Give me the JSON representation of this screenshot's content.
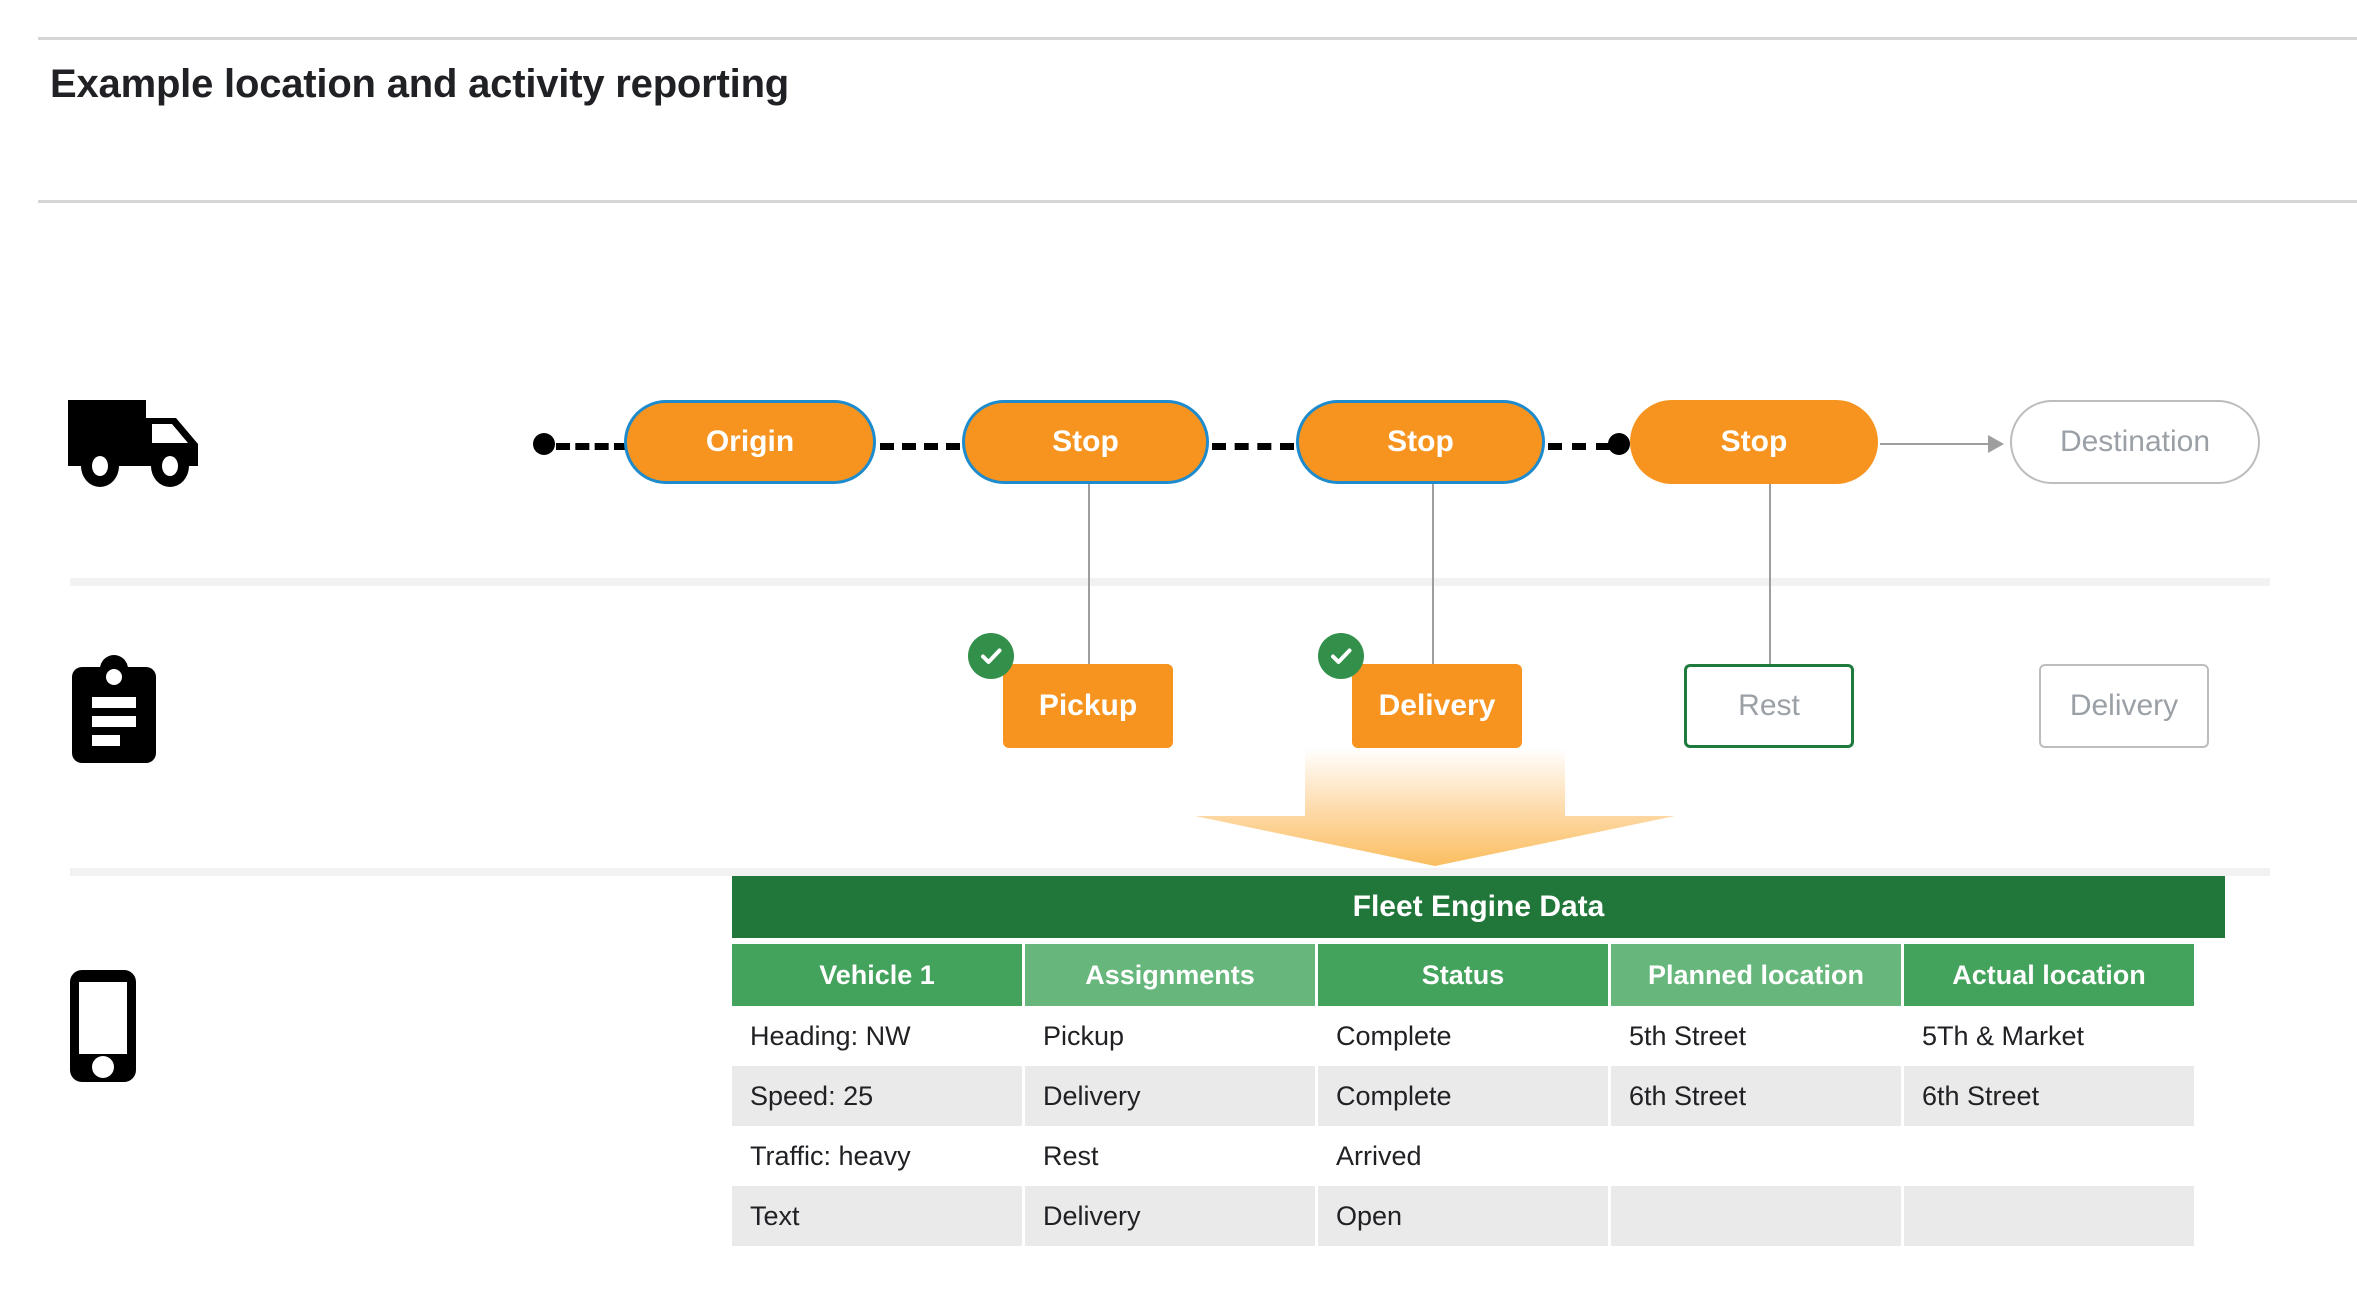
{
  "page": {
    "title": "Example location and activity reporting"
  },
  "rails": [
    {
      "icon": "truck-icon",
      "label": "vehicle"
    },
    {
      "icon": "clipboard-icon",
      "label": "assignments"
    },
    {
      "icon": "mobile-phone-icon",
      "label": "device"
    }
  ],
  "route": {
    "stops": [
      {
        "label": "Origin",
        "style": "active"
      },
      {
        "label": "Stop",
        "style": "active"
      },
      {
        "label": "Stop",
        "style": "active"
      },
      {
        "label": "Stop",
        "style": "plain"
      },
      {
        "label": "Destination",
        "style": "ghost"
      }
    ]
  },
  "activities": [
    {
      "label": "Pickup",
      "style": "done",
      "checked": true
    },
    {
      "label": "Delivery",
      "style": "done",
      "checked": true
    },
    {
      "label": "Rest",
      "style": "green",
      "checked": false
    },
    {
      "label": "Delivery",
      "style": "ghost",
      "checked": false
    }
  ],
  "table": {
    "title": "Fleet Engine Data",
    "columns": [
      "Vehicle 1",
      "Assignments",
      "Status",
      "Planned location",
      "Actual location"
    ],
    "rows": [
      [
        "Heading: NW",
        "Pickup",
        "Complete",
        "5th Street",
        "5Th & Market"
      ],
      [
        "Speed: 25",
        "Delivery",
        "Complete",
        "6th Street",
        "6th Street"
      ],
      [
        "Traffic: heavy",
        "Rest",
        "Arrived",
        "",
        ""
      ],
      [
        "Text",
        "Delivery",
        "Open",
        "",
        ""
      ]
    ]
  },
  "colors": {
    "orange": "#F79420",
    "blue_border": "#1E8BCD",
    "green_dark": "#21763A",
    "green_header": "#43A25C",
    "green_header_light": "#67B77C",
    "check_green": "#33904A",
    "ghost_gray": "#9aa0a6"
  }
}
